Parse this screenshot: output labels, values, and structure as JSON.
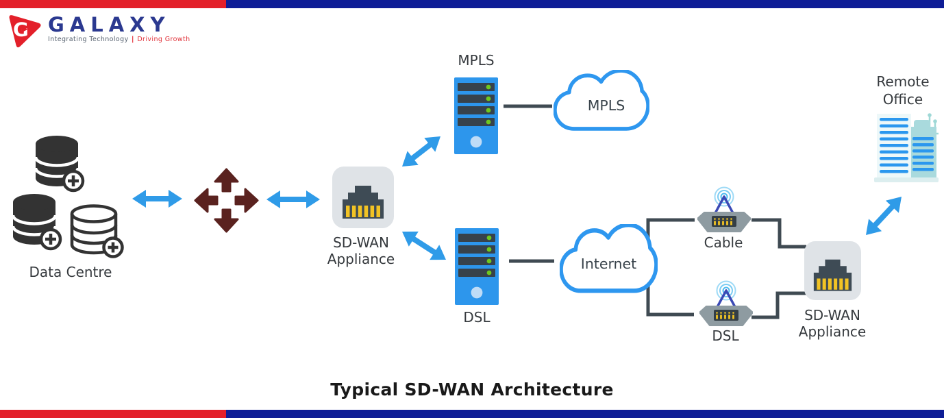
{
  "brand": {
    "name": "GALAXY",
    "tagline_left": "Integrating Technology",
    "tagline_sep": "|",
    "tagline_right": "Driving Growth"
  },
  "caption": "Typical SD-WAN Architecture",
  "colors": {
    "bar_red": "#E3202A",
    "bar_navy": "#0E1D96",
    "arrow_blue": "#2F9BE8",
    "cross_maroon": "#5A221F",
    "server_blue": "#2D96EC",
    "cloud_outline_blue": "#2E97EF",
    "connector_dark": "#3F4A52",
    "pin_yellow": "#F2C324",
    "led_green": "#6FC81E",
    "appliance_body_gray": "#DFE3E7",
    "appliance_port_slate": "#3E4B55"
  },
  "nodes": {
    "data_centre": {
      "label": "Data Centre"
    },
    "sdwan_appliance_left": {
      "line1": "SD-WAN",
      "line2": "Appliance"
    },
    "mpls_server": {
      "label": "MPLS"
    },
    "mpls_cloud": {
      "label": "MPLS"
    },
    "dsl_server": {
      "label": "DSL"
    },
    "internet_cloud": {
      "label": "Internet"
    },
    "cable_modem": {
      "label": "Cable"
    },
    "dsl_modem": {
      "label": "DSL"
    },
    "sdwan_appliance_right": {
      "line1": "SD-WAN",
      "line2": "Appliance"
    },
    "remote_office": {
      "line1": "Remote",
      "line2": "Office"
    }
  }
}
